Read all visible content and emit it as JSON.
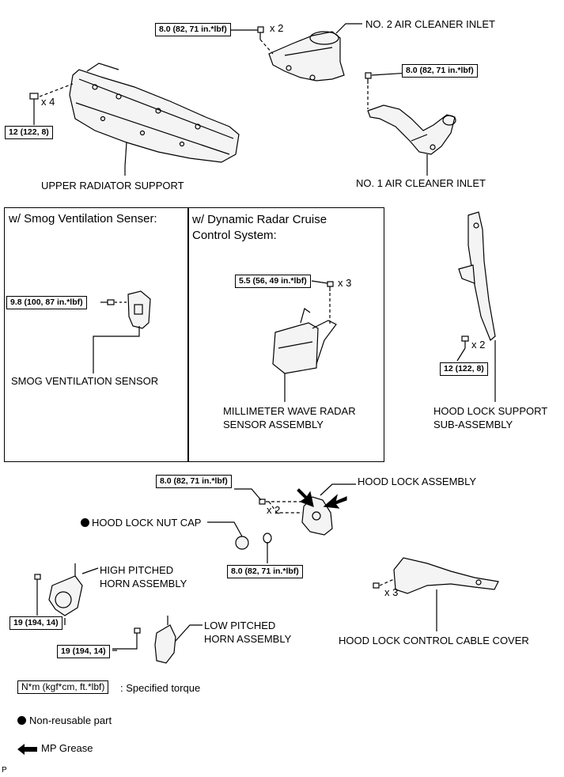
{
  "parts": {
    "no2_air_cleaner_inlet": "NO. 2 AIR CLEANER INLET",
    "upper_radiator_support": "UPPER RADIATOR SUPPORT",
    "no1_air_cleaner_inlet": "NO. 1 AIR CLEANER INLET",
    "smog_ventilation_sensor": "SMOG VENTILATION SENSOR",
    "radar_sensor_line1": "MILLIMETER WAVE RADAR",
    "radar_sensor_line2": "SENSOR ASSEMBLY",
    "hood_lock_support_line1": "HOOD LOCK SUPPORT",
    "hood_lock_support_line2": "SUB-ASSEMBLY",
    "hood_lock_assembly": "HOOD LOCK ASSEMBLY",
    "hood_lock_nut_cap": "HOOD LOCK NUT CAP",
    "high_horn_line1": "HIGH PITCHED",
    "high_horn_line2": "HORN ASSEMBLY",
    "low_horn_line1": "LOW PITCHED",
    "low_horn_line2": "HORN ASSEMBLY",
    "cable_cover": "HOOD LOCK CONTROL CABLE COVER"
  },
  "variants": {
    "smog_title": "w/ Smog Ventilation Senser:",
    "radar_title_line1": "w/ Dynamic Radar Cruise",
    "radar_title_line2": "Control System:"
  },
  "torques": {
    "t_no2_inlet": "8.0 (82, 71 in.*lbf)",
    "t_no1_inlet": "8.0 (82, 71 in.*lbf)",
    "t_radiator": "12 (122, 8)",
    "t_smog": "9.8 (100, 87 in.*lbf)",
    "t_radar": "5.5 (56, 49 in.*lbf)",
    "t_hood_support": "12 (122, 8)",
    "t_hood_lock_upper": "8.0 (82, 71 in.*lbf)",
    "t_hood_lock_lower": "8.0 (82, 71 in.*lbf)",
    "t_high_horn": "19 (194, 14)",
    "t_low_horn": "19 (194, 14)"
  },
  "quantities": {
    "q_no2_inlet": "x 2",
    "q_radiator": "x 4",
    "q_radar": "x 3",
    "q_hood_support": "x 2",
    "q_hood_lock": "x 2",
    "q_cable_cover": "x 3"
  },
  "legend": {
    "torque_box": "N*m (kgf*cm, ft.*lbf)",
    "torque_desc": ": Specified torque",
    "non_reusable": "Non-reusable part",
    "mp_grease": "MP Grease"
  },
  "footer_code": "P"
}
